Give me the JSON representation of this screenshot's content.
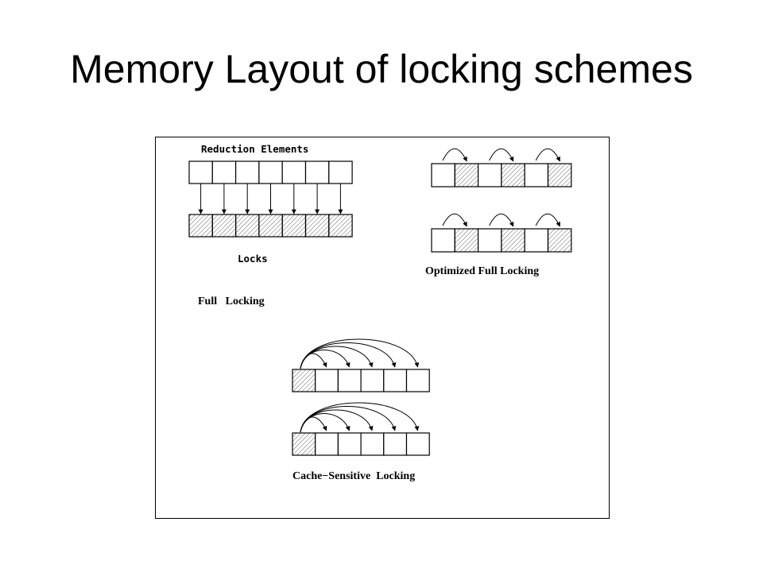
{
  "slide": {
    "title": "Memory Layout of locking schemes"
  },
  "figure": {
    "full_locking": {
      "top_label": "Reduction Elements",
      "bottom_label": "Locks",
      "caption": "Full   Locking",
      "cells": 7
    },
    "optimized_full_locking": {
      "caption": "Optimized Full Locking",
      "cells": 6,
      "rows": 2
    },
    "cache_sensitive_locking": {
      "caption": "Cache−Sensitive  Locking",
      "cells": 6,
      "rows": 2
    }
  }
}
